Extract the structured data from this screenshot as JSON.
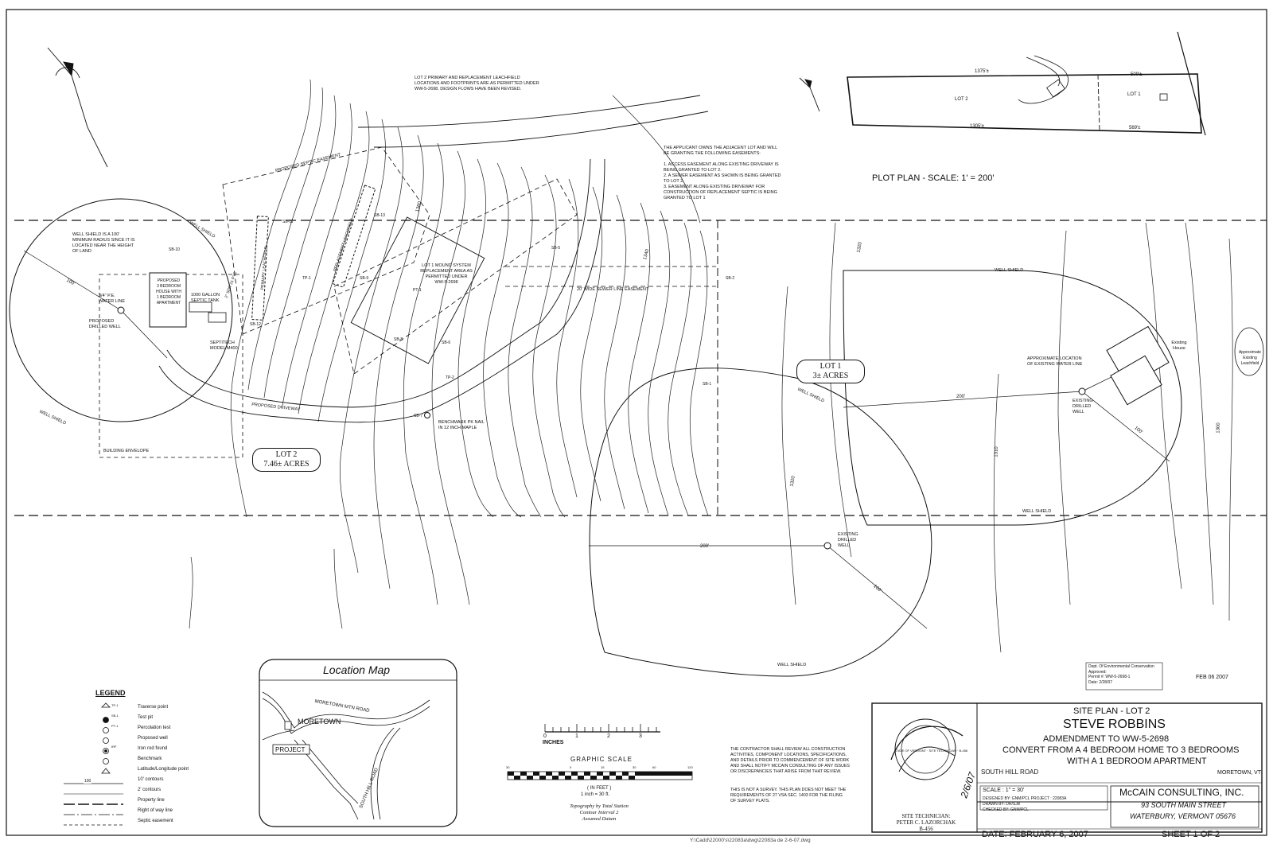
{
  "plot_plan": {
    "title": "PLOT PLAN - SCALE: 1' = 200'",
    "lot2_label": "LOT 2",
    "lot1_label": "LOT 1",
    "dim_top_left": "1375'±",
    "dim_top_right": "509'±",
    "dim_bottom_left": "1305'±",
    "dim_bottom_right": "569'±"
  },
  "notes": {
    "leachfield": "LOT 2 PRIMARY AND REPLACEMENT LEACHFIELD\nLOCATIONS AND FOOTPRINTS ARE AS PERMITTED UNDER\nWW-5-2698. DESIGN FLOWS HAVE BEEN REVISED.",
    "easements": "THE APPLICANT OWNS THE ADJACENT LOT AND WILL\nBE GRANTING THE FOLLOWING EASEMENTS:\n\n1. ACCESS EASEMENT ALONG EXISTING DRIVEWAY IS\nBEING GRANTED TO LOT 2.\n2. A SEWER EASEMENT AS SHOWN IS BEING GRANTED\nTO LOT 2.\n3. EASEMENT ALONG EXISTING DRIVEWAY FOR\nCONSTRUCTION OF REPLACEMENT SEPTIC IS BEING\nGRANTED TO LOT 1",
    "well_shield": "WELL SHIELD IS A 100'\nMINIMUM RADIUS SINCE IT IS\nLOCATED NEAR THE HEIGHT\nOF LAND",
    "contractor": "THE CONTRACTOR SHALL REVIEW ALL CONSTRUCTION\nACTIVITIES, COMPONENT LOCATIONS, SPECIFICATIONS,\nAND DETAILS PRIOR TO COMMENCEMENT OF SITE WORK\nAND SHALL NOTIFY MCCAIN CONSULTING OF ANY ISSUES\nOR DISCREPANCIES THAT ARISE FROM THAT REVIEW.",
    "not_survey": "THIS IS NOT A SURVEY. THIS PLAN DOES NOT MEET THE\nREQUIREMENTS OF 27 VSA SEC. 1403 FOR THE FILING\nOF SURVEY PLATS."
  },
  "site_labels": {
    "proposed_house": "PROPOSED\n3 BEDROOM\nHOUSE WITH\n1 BEDROOM\nAPARTMENT",
    "septic_tank": "1000 GALLON\nSEPTIC TANK",
    "septitech": "SEPTITECH\nMODEL M400",
    "water_line": "3/4\" P.E.\nWATER LINE",
    "drilled_well": "PROPOSED\nDRILLED WELL",
    "lot1_mound": "LOT 1 MOUND SYSTEM\nREPLACEMENT AREA AS\nPERMITTED UNDER\nWW-5-2698",
    "sewer_easement": "20' WIDE SEWER LINE EASEMENT",
    "proposed_septic_easement": "PROPOSED SEPTIC EASEMENT",
    "proposed_driveway": "PROPOSED DRIVEWAY",
    "benchmark": "BENCHMARK PK NAIL\nIN 12 INCH MAPLE",
    "building_envelope": "BUILDING ENVELOPE",
    "well_shield": "WELL SHIELD",
    "existing_house": "Existing\nHouse",
    "existing_water_line": "APPROXIMATE LOCATION\nOF EXISTING WATER LINE",
    "existing_drilled_well": "EXISTING\nDRILLED\nWELL",
    "approx_leachfield": "Approximate\nExisting\nLeachfield",
    "dim_200": "200'",
    "dim_100": "100'",
    "contour_1320": "1320",
    "contour_1300": "1300",
    "contour_1310": "1310",
    "contour_1340": "1340",
    "contour_1360": "1360",
    "lot2_name": "LOT 2",
    "lot2_area": "7.46± ACRES",
    "lot1_name": "LOT 1",
    "lot1_area": "3± ACRES",
    "primary_leachfield": "PRIMARY LEACHFIELD",
    "replacement_leachfield": "REPLACEMENT LEACHFIELD",
    "pvc": "2\" SDR 21 PVC",
    "test_pits": [
      "SB-10",
      "SB-11",
      "SB-12",
      "SB-13",
      "SB-9",
      "SB-8",
      "SB-6",
      "SB-7",
      "SB-5",
      "SB-2",
      "SB-1",
      "TP-1",
      "TP-2",
      "PT-1"
    ]
  },
  "location_map": {
    "title": "Location Map",
    "road1": "MORETOWN MTN ROAD",
    "town": "MORETOWN",
    "road2": "SOUTH HILL ROAD",
    "project": "PROJECT"
  },
  "legend": {
    "title": "LEGEND",
    "items": [
      {
        "sym": "TP-1",
        "label": "Traverse point"
      },
      {
        "sym": "SB-1",
        "label": "Test pit"
      },
      {
        "sym": "PT-1",
        "label": "Percolation test"
      },
      {
        "sym": "",
        "label": "Proposed well"
      },
      {
        "sym": "IRF",
        "label": "Iron rod found"
      },
      {
        "sym": "",
        "label": "Benchmark"
      },
      {
        "sym": "",
        "label": "Latitude/Longitude point"
      },
      {
        "sym": "100",
        "label": "10' contours"
      },
      {
        "sym": "",
        "label": "2' contours"
      },
      {
        "sym": "",
        "label": "Property line"
      },
      {
        "sym": "",
        "label": "Right of way line"
      },
      {
        "sym": "",
        "label": "Septic easement"
      }
    ]
  },
  "scale": {
    "inches_label": "INCHES",
    "inch_ticks": [
      "0",
      "1",
      "2",
      "3"
    ],
    "graphic_title": "GRAPHIC SCALE",
    "bar_ticks": [
      "30",
      "0",
      "15",
      "30",
      "60",
      "120"
    ],
    "unit": "( IN FEET )",
    "ratio": "1 inch = 30 ft.",
    "topo": "Topography by Total Station\nContour Interval 2\nAssumed Datum"
  },
  "title_block": {
    "heading": "SITE PLAN - LOT 2",
    "client": "STEVE ROBBINS",
    "amendment": "ADMENDMENT TO WW-5-2698",
    "desc1": "CONVERT FROM A 4 BEDROOM HOME TO 3 BEDROOMS",
    "desc2": "WITH A 1 BEDROOM APARTMENT",
    "road": "SOUTH HILL ROAD",
    "town": "MORETOWN, VT",
    "scale": "SCALE : 1\" = 30'",
    "designed": "DESIGNED BY: GNM/PCL PROJECT : 22083A",
    "drawn": "DRAWN BY: DR/SJB",
    "checked": "CHECKED BY: GNM/PCL",
    "company": "McCAIN CONSULTING, INC.",
    "address1": "93 SOUTH MAIN STREET",
    "address2": "WATERBURY, VERMONT 05676",
    "date": "DATE: FEBRUARY 6, 2007",
    "sheet": "SHEET   1 OF 2",
    "technician": "SITE TECHNICIAN:\nPETER C. LAZORCHAK\nB-456",
    "signature_date": "2/6/07",
    "stamp_text": "STATE OF VERMONT · SITE TECHNICIAN · B-456"
  },
  "approval": {
    "stamp": "Dept. Of Environmental Conservation\nApproved:\nPermit #: WW-5-2698-1\nDate: 2/28/07",
    "received": "FEB 06 2007"
  },
  "file_path": "Y:\\Cadd\\22000's\\22083a\\dwg\\22083a de 2-6-07.dwg"
}
